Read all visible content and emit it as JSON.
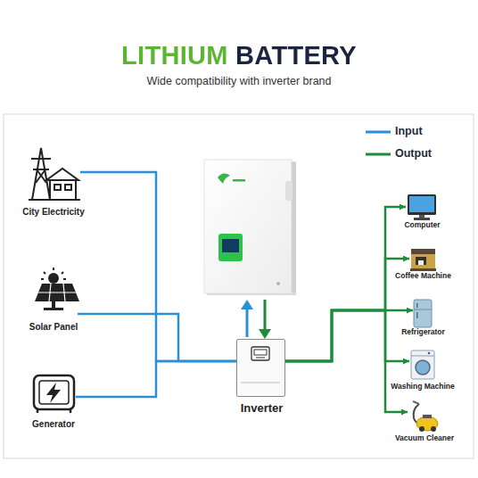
{
  "diagram": {
    "title": "LITHIUM BATTERY",
    "nodes": [
      {
        "text": [
          "City Electricity"
        ]
      },
      {
        "text": [
          "Solar Panel"
        ]
      },
      {
        "text": [
          "Generator"
        ]
      },
      {
        "text": [
          "Inverter"
        ]
      },
      {
        "text": [
          "Computer"
        ]
      },
      {
        "text": [
          "Coffee Machine"
        ]
      },
      {
        "text": [
          "Refrigerator"
        ]
      },
      {
        "text": [
          "Washing Machine"
        ]
      },
      {
        "text": [
          "Vacuum Cleaner"
        ]
      }
    ],
    "edges": [
      {
        "from": 0,
        "to": 3,
        "arrow": "none"
      },
      {
        "from": 1,
        "to": 3,
        "arrow": "none"
      },
      {
        "from": 2,
        "to": 3,
        "arrow": "none"
      },
      {
        "from": 3,
        "to": 4,
        "arrow": "to"
      },
      {
        "from": 3,
        "to": 5,
        "arrow": "to"
      },
      {
        "from": 3,
        "to": 6,
        "arrow": "to"
      },
      {
        "from": 3,
        "to": 7,
        "arrow": "to"
      },
      {
        "from": 3,
        "to": 8,
        "arrow": "to"
      }
    ],
    "labels": [
      "Wide compatibility with inverter brand"
    ],
    "legend": [
      {
        "text": "Input"
      },
      {
        "text": "Output"
      }
    ]
  }
}
